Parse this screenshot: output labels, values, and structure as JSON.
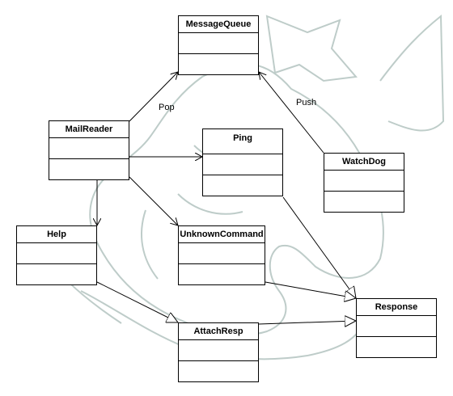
{
  "diagram": {
    "classes": {
      "messagequeue": "MessageQueue",
      "mailreader": "MailReader",
      "ping": "Ping",
      "watchdog": "WatchDog",
      "help": "Help",
      "unknowncommand": "UnknownCommand",
      "response": "Response",
      "attachresp": "AttachResp"
    },
    "edges": {
      "pop": "Pop",
      "push": "Push"
    }
  },
  "colors": {
    "line": "#000000",
    "watermark": "#b8c8c4"
  }
}
